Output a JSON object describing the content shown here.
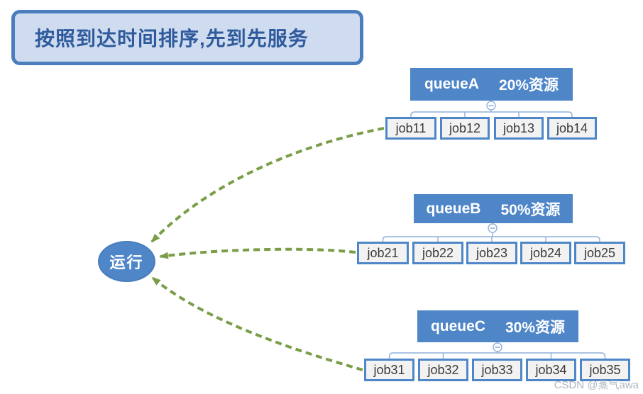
{
  "title": "按照到达时间排序,先到先服务",
  "run_node": {
    "label": "运行"
  },
  "queues": [
    {
      "name": "queueA",
      "resource": "20%资源",
      "jobs": [
        "job11",
        "job12",
        "job13",
        "job14"
      ]
    },
    {
      "name": "queueB",
      "resource": "50%资源",
      "jobs": [
        "job21",
        "job22",
        "job23",
        "job24",
        "job25"
      ]
    },
    {
      "name": "queueC",
      "resource": "30%资源",
      "jobs": [
        "job31",
        "job32",
        "job33",
        "job34",
        "job35"
      ]
    }
  ],
  "watermark": "CSDN @蒸气awa",
  "colors": {
    "accent-blue": "#4e86c8",
    "title-bg": "#cfdcf0",
    "title-border": "#4a7ebd",
    "title-text": "#2f5b9d",
    "job-border": "#4e86c8",
    "job-bg": "#f2f2f2",
    "job-text": "#3a3a3a",
    "connector": "#8fb1dc",
    "arrow-green": "#7a9e48",
    "watermark": "#9aa5b0"
  }
}
